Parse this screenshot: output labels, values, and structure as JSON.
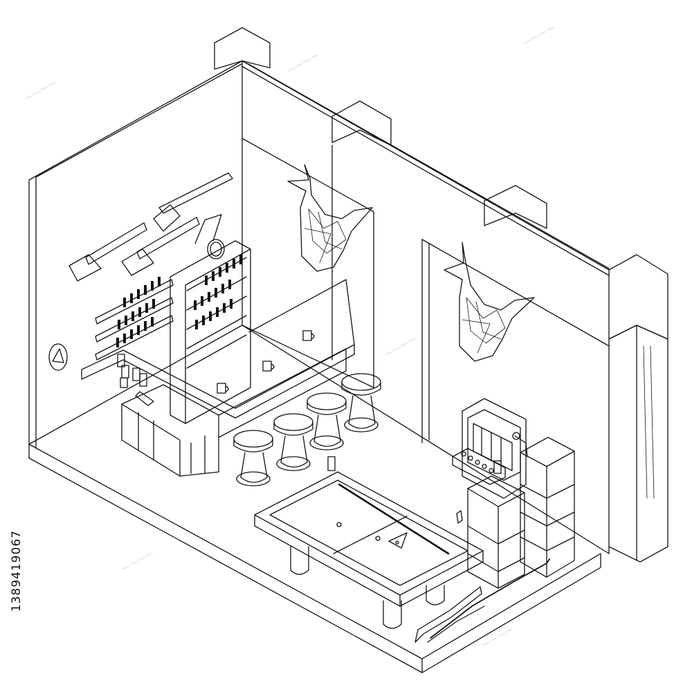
{
  "image": {
    "kind": "isometric wireframe illustration",
    "subject": "saloon / bar room interior",
    "line_color": "#111111",
    "background_color": "#ffffff"
  },
  "stock_id": "1389419067",
  "watermark": "stock.adobe.com",
  "icons": [
    "deer-head-trophy",
    "rifle",
    "bottle-shelf",
    "bar-stool",
    "billiard-table",
    "slot-machine",
    "whip"
  ]
}
